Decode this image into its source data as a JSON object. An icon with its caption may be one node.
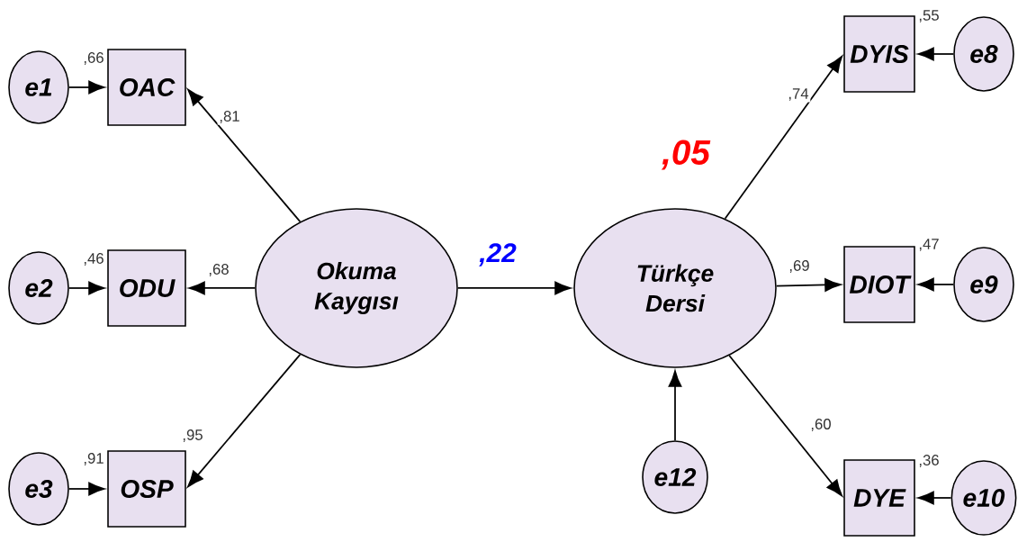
{
  "diagram": {
    "nodes": [
      {
        "text": [
          "e1"
        ]
      },
      {
        "text": [
          "OAC"
        ],
        "beside": [
          ",66"
        ]
      },
      {
        "text": [
          "e2"
        ]
      },
      {
        "text": [
          "ODU"
        ],
        "beside": [
          ",46"
        ]
      },
      {
        "text": [
          "e3"
        ]
      },
      {
        "text": [
          "OSP"
        ],
        "beside": [
          ",91"
        ]
      },
      {
        "text": [
          "Okuma Kaygısı"
        ]
      },
      {
        "text": [
          "Türkçe Dersi"
        ],
        "beside": [
          ",05"
        ]
      },
      {
        "text": [
          "e12"
        ]
      },
      {
        "text": [
          "DYIS"
        ],
        "beside": [
          ",55"
        ]
      },
      {
        "text": [
          "e8"
        ]
      },
      {
        "text": [
          "DIOT"
        ],
        "beside": [
          ",47"
        ]
      },
      {
        "text": [
          "e9"
        ]
      },
      {
        "text": [
          "DYE"
        ],
        "beside": [
          ",36"
        ]
      },
      {
        "text": [
          "e10"
        ]
      }
    ],
    "edges": [
      {
        "from": 0,
        "to": 1,
        "arrow": "to"
      },
      {
        "from": 2,
        "to": 3,
        "arrow": "to"
      },
      {
        "from": 4,
        "to": 5,
        "arrow": "to"
      },
      {
        "from": 6,
        "to": 1,
        "arrow": "to",
        "label": ",81"
      },
      {
        "from": 6,
        "to": 3,
        "arrow": "to",
        "label": ",68"
      },
      {
        "from": 6,
        "to": 5,
        "arrow": "to",
        "label": ",95"
      },
      {
        "from": 6,
        "to": 7,
        "arrow": "to",
        "label": ",22"
      },
      {
        "from": 7,
        "to": 9,
        "arrow": "to",
        "label": ",74"
      },
      {
        "from": 7,
        "to": 11,
        "arrow": "to",
        "label": ",69"
      },
      {
        "from": 7,
        "to": 13,
        "arrow": "to",
        "label": ",60"
      },
      {
        "from": 8,
        "to": 7,
        "arrow": "to"
      },
      {
        "from": 10,
        "to": 9,
        "arrow": "to"
      },
      {
        "from": 12,
        "to": 11,
        "arrow": "to"
      },
      {
        "from": 14,
        "to": 13,
        "arrow": "to"
      }
    ]
  }
}
